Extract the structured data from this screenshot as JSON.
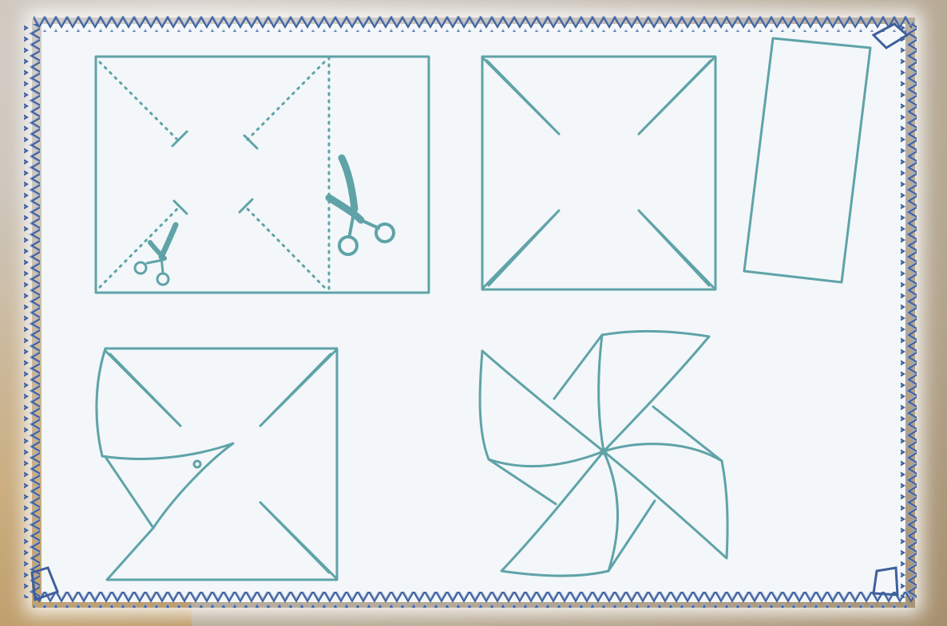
{
  "colors": {
    "line": "#5fa3a8",
    "scissors": "#5fa3a8",
    "frame_zigzag": "#3f5f9c",
    "panel": "#f3f7f9"
  },
  "figures": [
    {
      "name": "step-1-marked-rectangle",
      "icons": [
        "scissors-icon",
        "scissors-icon"
      ]
    },
    {
      "name": "step-2-cut-square"
    },
    {
      "name": "step-3-paper-strip"
    },
    {
      "name": "step-4-folded-corner"
    },
    {
      "name": "step-5-finished-pinwheel"
    }
  ]
}
